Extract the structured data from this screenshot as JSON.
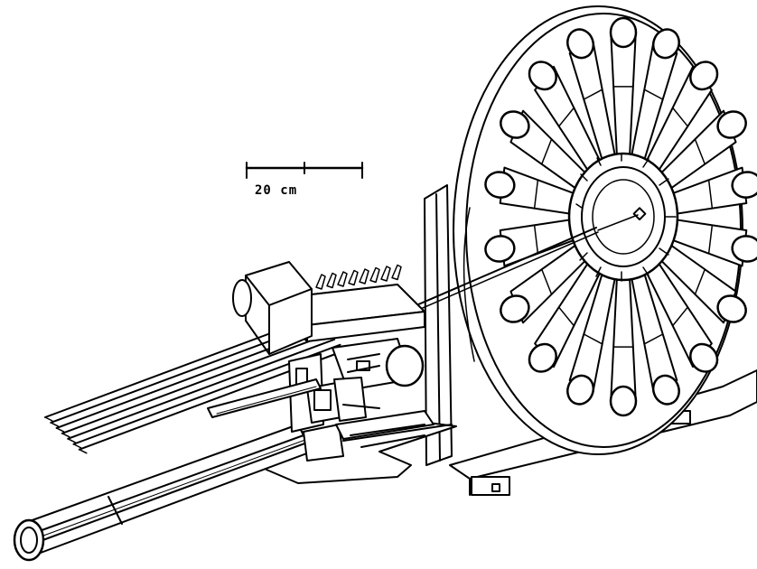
{
  "figure": {
    "scale_bar_label": "20 cm",
    "ink_color": "#000000",
    "background_color": "#ffffff",
    "detector_count": 18,
    "wire_rod_count": 7
  }
}
